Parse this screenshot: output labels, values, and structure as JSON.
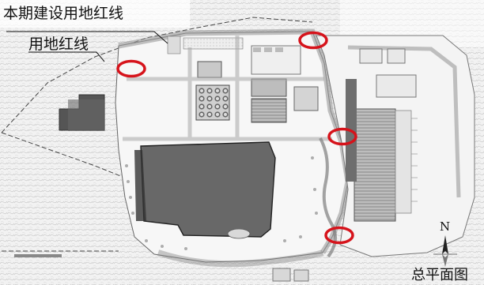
{
  "labels": {
    "boundary_this_phase": "本期建设用地红线",
    "boundary_land": "用地红线"
  },
  "title": "总平面图",
  "north_arrow": {
    "letter": "N",
    "icon": "north-arrow-icon"
  },
  "markers": {
    "count": 4,
    "color": "#d6131b",
    "shape": "ellipse"
  },
  "colors": {
    "marker": "#d6131b",
    "linework": "#555555",
    "terrain": "#d8d8d8"
  }
}
